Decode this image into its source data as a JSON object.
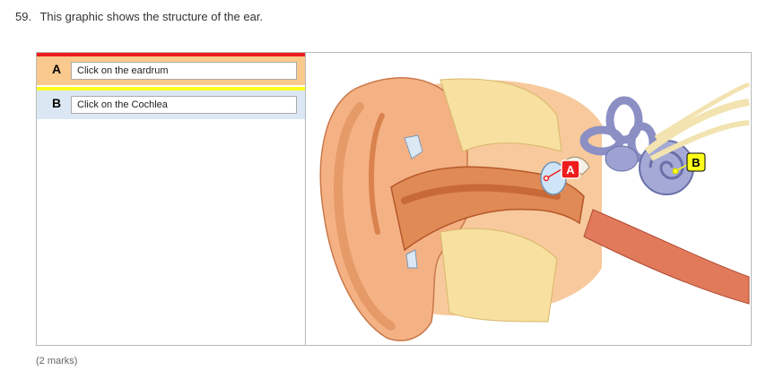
{
  "question": {
    "number": "59.",
    "text": "This graphic shows the structure of the ear."
  },
  "targets": [
    {
      "letter": "A",
      "prompt": "Click on the eardrum",
      "color": "#ee1d1d",
      "bg": "#f9c98d"
    },
    {
      "letter": "B",
      "prompt": "Click on the Cochlea",
      "color": "#ffff1a",
      "bg": "#dbe8f4"
    }
  ],
  "image": {
    "markers": [
      "A",
      "B"
    ]
  },
  "footer": {
    "marks": "(2 marks)"
  }
}
